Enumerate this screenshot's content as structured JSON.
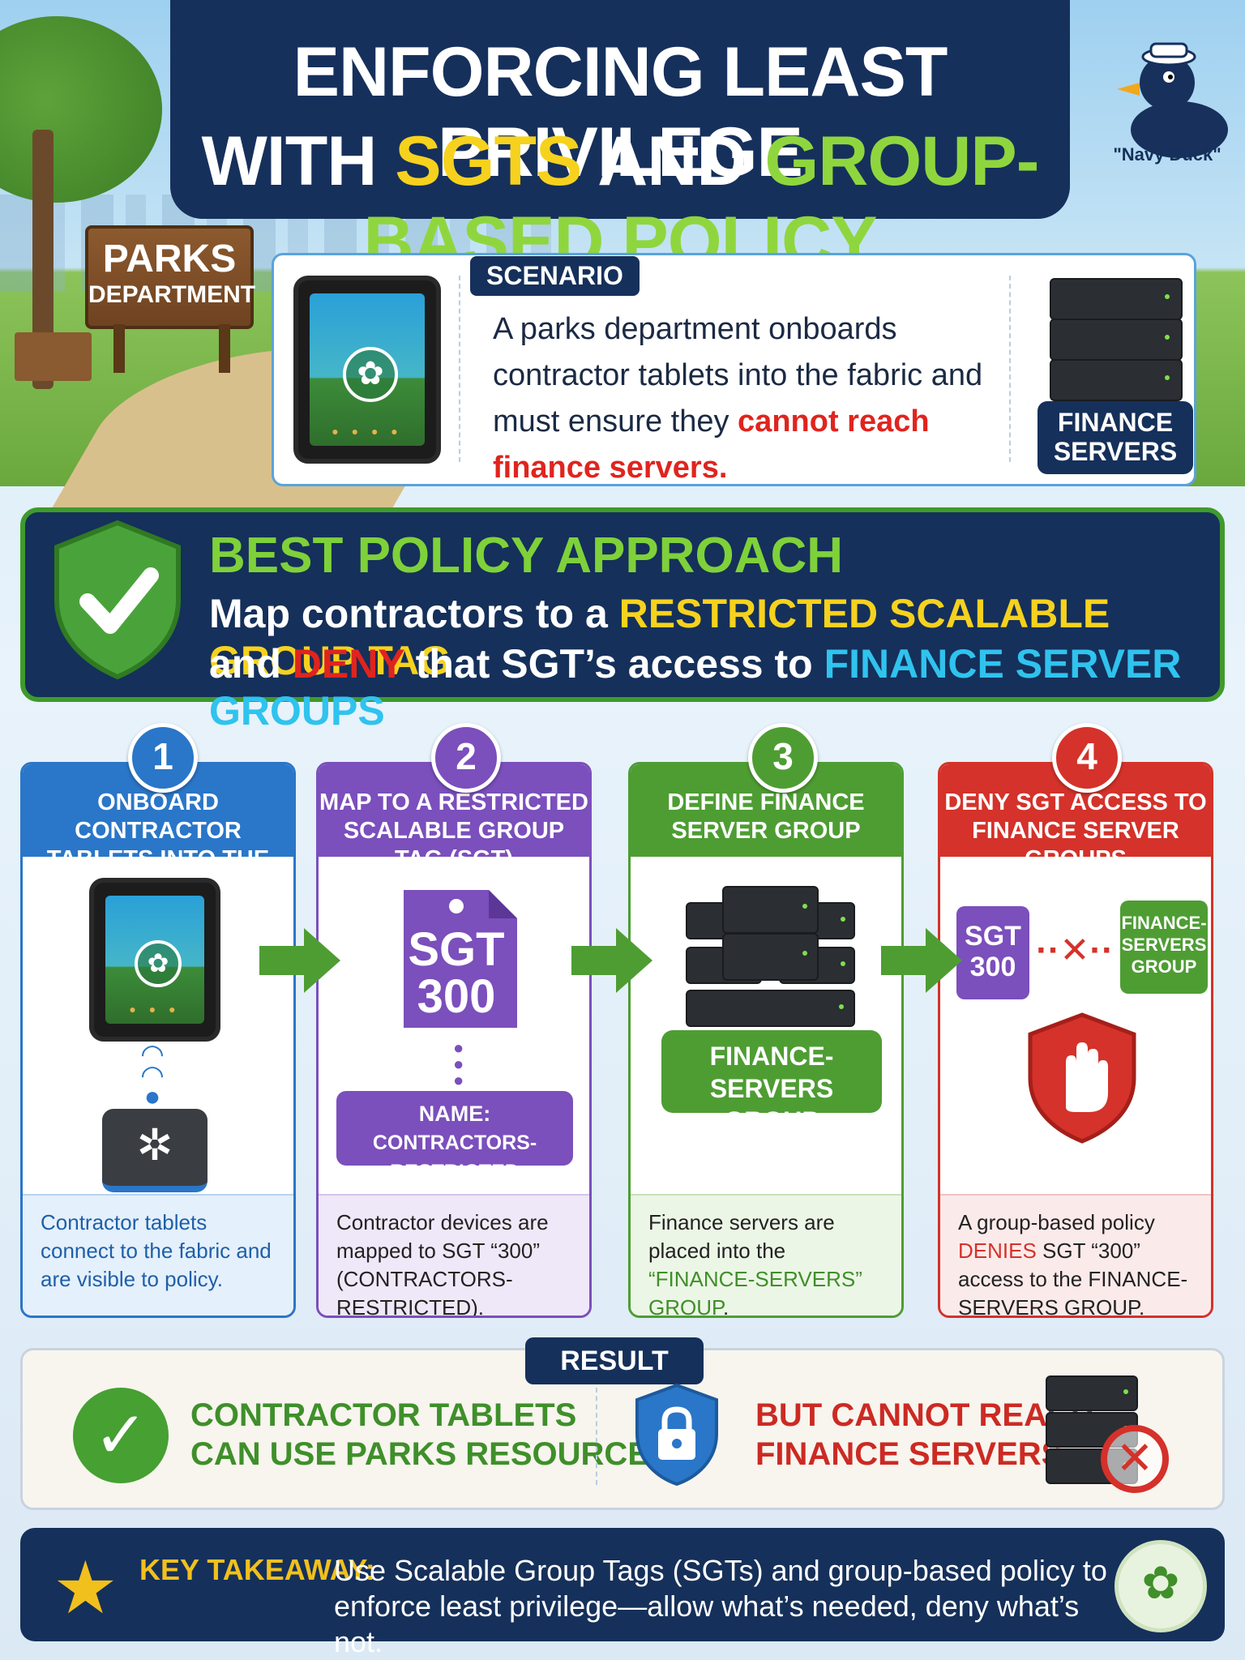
{
  "title": {
    "line1": "ENFORCING LEAST PRIVILEGE",
    "line2_a": "WITH",
    "line2_b": "SGTS",
    "line2_c": "AND",
    "line2_d": "GROUP-BASED POLICY"
  },
  "mascot": {
    "label": "\"Navy Duck\"",
    "icon": "sailor-duck-icon"
  },
  "sign": {
    "line1": "PARKS",
    "line2": "DEPARTMENT"
  },
  "scenario": {
    "tag": "SCENARIO",
    "text_a": "A parks department onboards contractor tablets into the fabric and must ensure they ",
    "text_b": "cannot reach finance servers.",
    "server_label": "FINANCE SERVERS"
  },
  "best": {
    "heading": "BEST POLICY APPROACH",
    "l1_a": "Map contractors to a ",
    "l1_b": "RESTRICTED SCALABLE GROUP TAG",
    "l2_a": "and ",
    "l2_b": "DENY",
    "l2_c": " that SGT’s access to ",
    "l2_d": "FINANCE SERVER GROUPS"
  },
  "steps": [
    {
      "num": "1",
      "header": "ONBOARD CONTRACTOR TABLETS INTO THE FABRIC",
      "desc": "Contractor tablets connect to the fabric and are visible to policy."
    },
    {
      "num": "2",
      "header": "MAP TO A RESTRICTED SCALABLE GROUP TAG (SGT)",
      "tag_l1": "SGT",
      "tag_l2": "300",
      "name_l1": "NAME:",
      "name_l2": "CONTRACTORS-RESTRICTED",
      "desc": "Contractor devices are mapped to SGT “300” (CONTRACTORS-RESTRICTED)."
    },
    {
      "num": "3",
      "header": "DEFINE FINANCE SERVER GROUP",
      "group_l1": "FINANCE-SERVERS",
      "group_l2": "GROUP",
      "desc_a": "Finance servers are placed into the ",
      "desc_b": "“FINANCE-SERVERS” GROUP",
      "desc_c": "."
    },
    {
      "num": "4",
      "header": "DENY SGT ACCESS TO FINANCE SERVER GROUPS",
      "tag_l1": "SGT",
      "tag_l2": "300",
      "group_l1": "FINANCE-",
      "group_l2": "SERVERS",
      "group_l3": "GROUP",
      "desc_a": "A group-based policy ",
      "desc_b": "DENIES",
      "desc_c": " SGT “300” access to the FINANCE-SERVERS GROUP. Access is blocked."
    }
  ],
  "result": {
    "tag": "RESULT",
    "ok_l1": "CONTRACTOR TABLETS",
    "ok_l2": "CAN USE PARKS RESOURCES",
    "deny_l1": "BUT CANNOT REACH",
    "deny_l2": "FINANCE SERVERS"
  },
  "takeaway": {
    "label": "KEY TAKEAWAY:",
    "text": "Use Scalable Group Tags (SGTs) and group-based policy to enforce least privilege—allow what’s needed, deny what’s not."
  },
  "colors": {
    "navy": "#15305a",
    "green": "#4e9d33",
    "purple": "#7b4fbc",
    "red": "#d4322a",
    "blue": "#2a76c8",
    "yellow": "#f6d21e"
  }
}
